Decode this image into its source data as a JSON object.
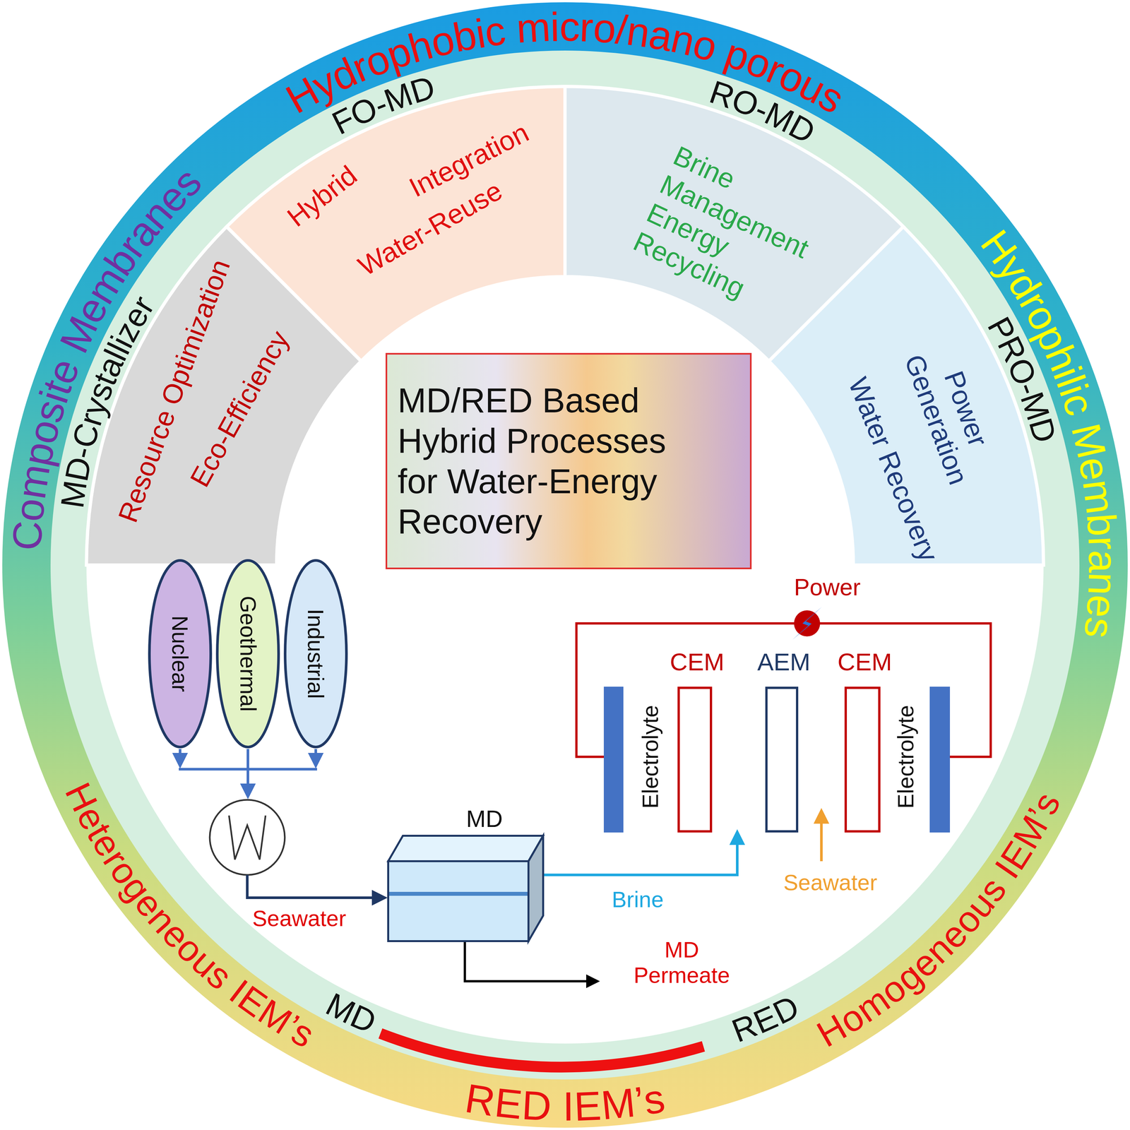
{
  "diagram": {
    "nodes": [
      {
        "text": [
          "MD-Crystallizer",
          "Resource Optimization",
          "Eco-Efficiency"
        ]
      },
      {
        "text": [
          "FO-MD",
          "Hybrid",
          "Integration",
          "Water-Reuse"
        ]
      },
      {
        "text": [
          "RO-MD",
          "Brine Management Energy Recycling"
        ]
      },
      {
        "text": [
          "PRO-MD",
          "Power Generation",
          "Water Recovery"
        ]
      },
      {
        "text": [
          "MD/RED Based Hybrid Processes for Water-Energy Recovery"
        ]
      },
      {
        "text": [
          "Nuclear"
        ]
      },
      {
        "text": [
          "Geothermal"
        ]
      },
      {
        "text": [
          "Industrial"
        ]
      },
      {
        "text": [
          "MD"
        ]
      },
      {
        "text": [
          "CEM"
        ]
      },
      {
        "text": [
          "AEM"
        ]
      },
      {
        "text": [
          "CEM"
        ]
      }
    ],
    "labels": [
      "Hydrophobic micro/nano porous",
      "Hydrophilic Membranes",
      "Homogeneous IEM’s",
      "RED IEM’s",
      "Heterogeneous IEM’s",
      "Composite Membranes",
      "MD",
      "RED",
      "Power",
      "Electrolyte",
      "Electrolyte",
      "Seawater",
      "Brine",
      "Seawater",
      "MD Permeate"
    ]
  }
}
